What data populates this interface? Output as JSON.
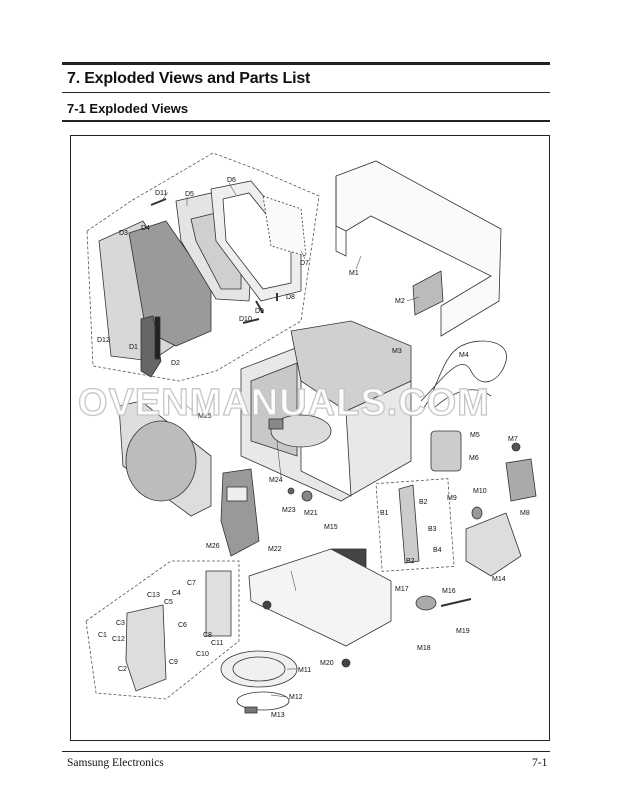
{
  "header": {
    "section_title": "7. Exploded Views and Parts List",
    "subsection_title": "7-1 Exploded Views"
  },
  "diagram": {
    "watermark": "OVENMANUALS.COM",
    "labels": {
      "D11": "D11",
      "D5": "D5",
      "D6": "D6",
      "D3": "D3",
      "D4": "D4",
      "D7": "D7",
      "D8": "D8",
      "D9": "D9",
      "D10": "D10",
      "D12": "D12",
      "D1": "D1",
      "D2": "D2",
      "M1": "M1",
      "M2": "M2",
      "M3": "M3",
      "M4": "M4",
      "M5": "M5",
      "M6": "M6",
      "M7": "M7",
      "M8": "M8",
      "M9": "M9",
      "M10": "M10",
      "M11": "M11",
      "M12": "M12",
      "M13": "M13",
      "M14": "M14",
      "M15": "M15",
      "M16": "M16",
      "M17": "M17",
      "M18": "M18",
      "M19": "M19",
      "M20": "M20",
      "M21": "M21",
      "M22": "M22",
      "M23": "M23",
      "M24": "M24",
      "M25": "M25",
      "M26": "M26",
      "B1": "B1",
      "B2a": "B2",
      "B2b": "B2",
      "B3": "B3",
      "B4": "B4",
      "C1": "C1",
      "C2": "C2",
      "C3": "C3",
      "C4": "C4",
      "C5": "C5",
      "C6": "C6",
      "C7": "C7",
      "C8": "C8",
      "C9": "C9",
      "C10": "C10",
      "C11": "C11",
      "C12": "C12",
      "C13": "C13"
    }
  },
  "footer": {
    "company": "Samsung Electronics",
    "page_number": "7-1"
  }
}
